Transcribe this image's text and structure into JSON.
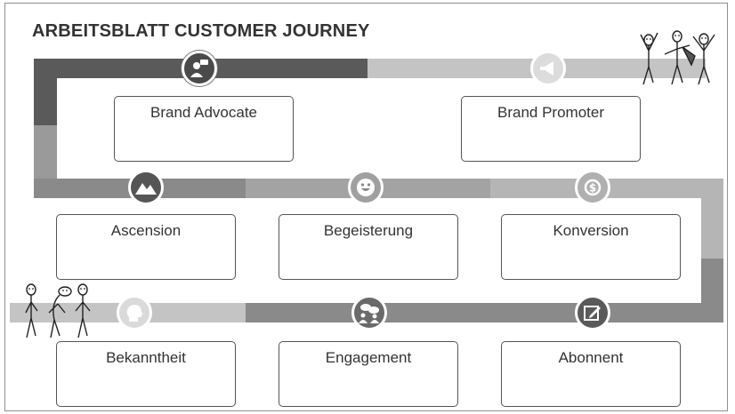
{
  "title": "ARBEITSBLATT CUSTOMER JOURNEY",
  "stages": {
    "brand_advocate": "Brand Advocate",
    "brand_promoter": "Brand Promoter",
    "ascension": "Ascension",
    "begeisterung": "Begeisterung",
    "konversion": "Konversion",
    "bekanntheit": "Bekanntheit",
    "engagement": "Engagement",
    "abonnent": "Abonnent"
  },
  "colors": {
    "road_dark": "#5a5a5a",
    "road_mid": "#8a8a8a",
    "road_light": "#c4c4c4",
    "road_mid2": "#a3a3a3"
  },
  "icons": [
    "advocate-speech-icon",
    "megaphone-icon",
    "mountains-icon",
    "smiley-icon",
    "dollar-refresh-icon",
    "head-idea-icon",
    "people-chat-icon",
    "edit-icon"
  ]
}
